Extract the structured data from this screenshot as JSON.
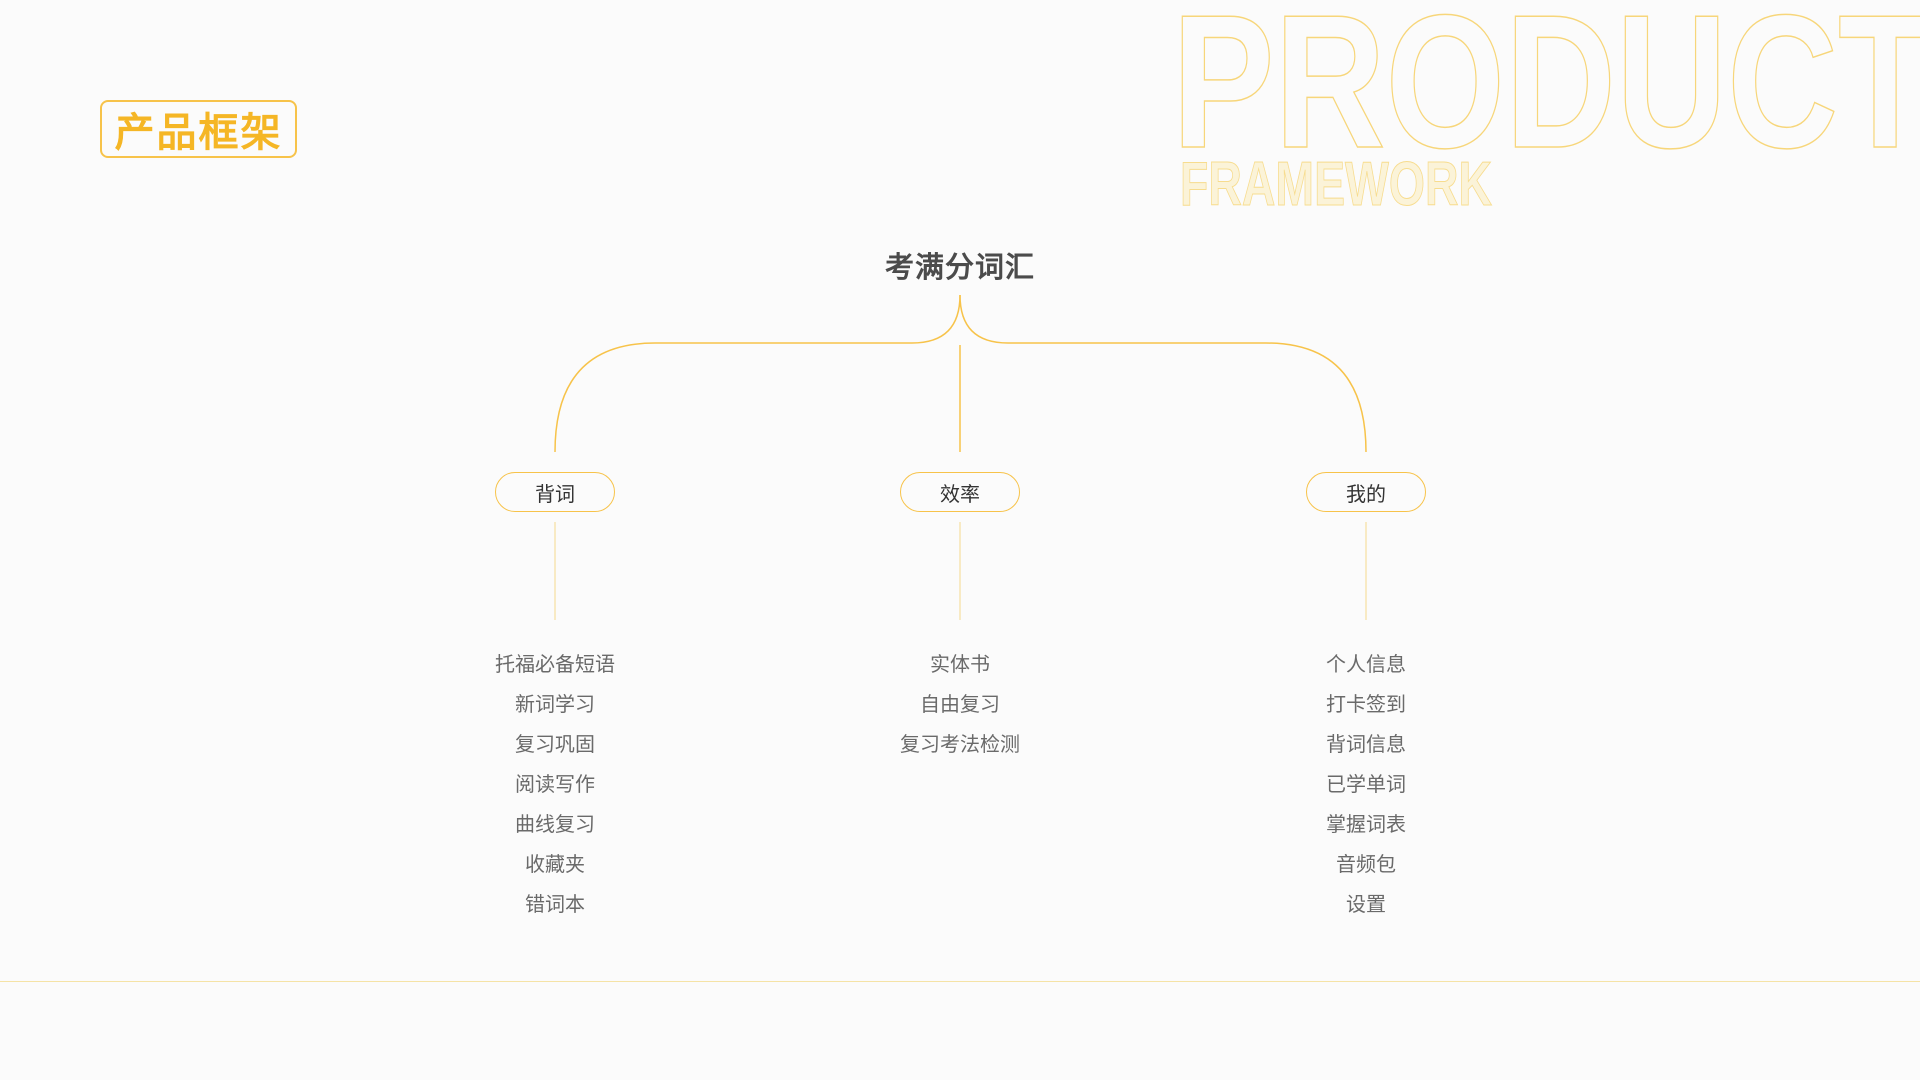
{
  "section_tag": "产品框架",
  "watermark": {
    "line1": "PRODUCT",
    "line2": "FRAMEWORK"
  },
  "colors": {
    "accent": "#f5b625",
    "line": "#f7c34a",
    "text_dark": "#4b4b4b",
    "text_muted": "#6a6a6a",
    "background": "#fbfbfb"
  },
  "tree": {
    "root": "考满分词汇",
    "branches": [
      {
        "label": "背词",
        "items": [
          "托福必备短语",
          "新词学习",
          "复习巩固",
          "阅读写作",
          "曲线复习",
          "收藏夹",
          "错词本"
        ]
      },
      {
        "label": "效率",
        "items": [
          "实体书",
          "自由复习",
          "复习考法检测"
        ]
      },
      {
        "label": "我的",
        "items": [
          "个人信息",
          "打卡签到",
          "背词信息",
          "已学单词",
          "掌握词表",
          "音频包",
          "设置"
        ]
      }
    ]
  }
}
